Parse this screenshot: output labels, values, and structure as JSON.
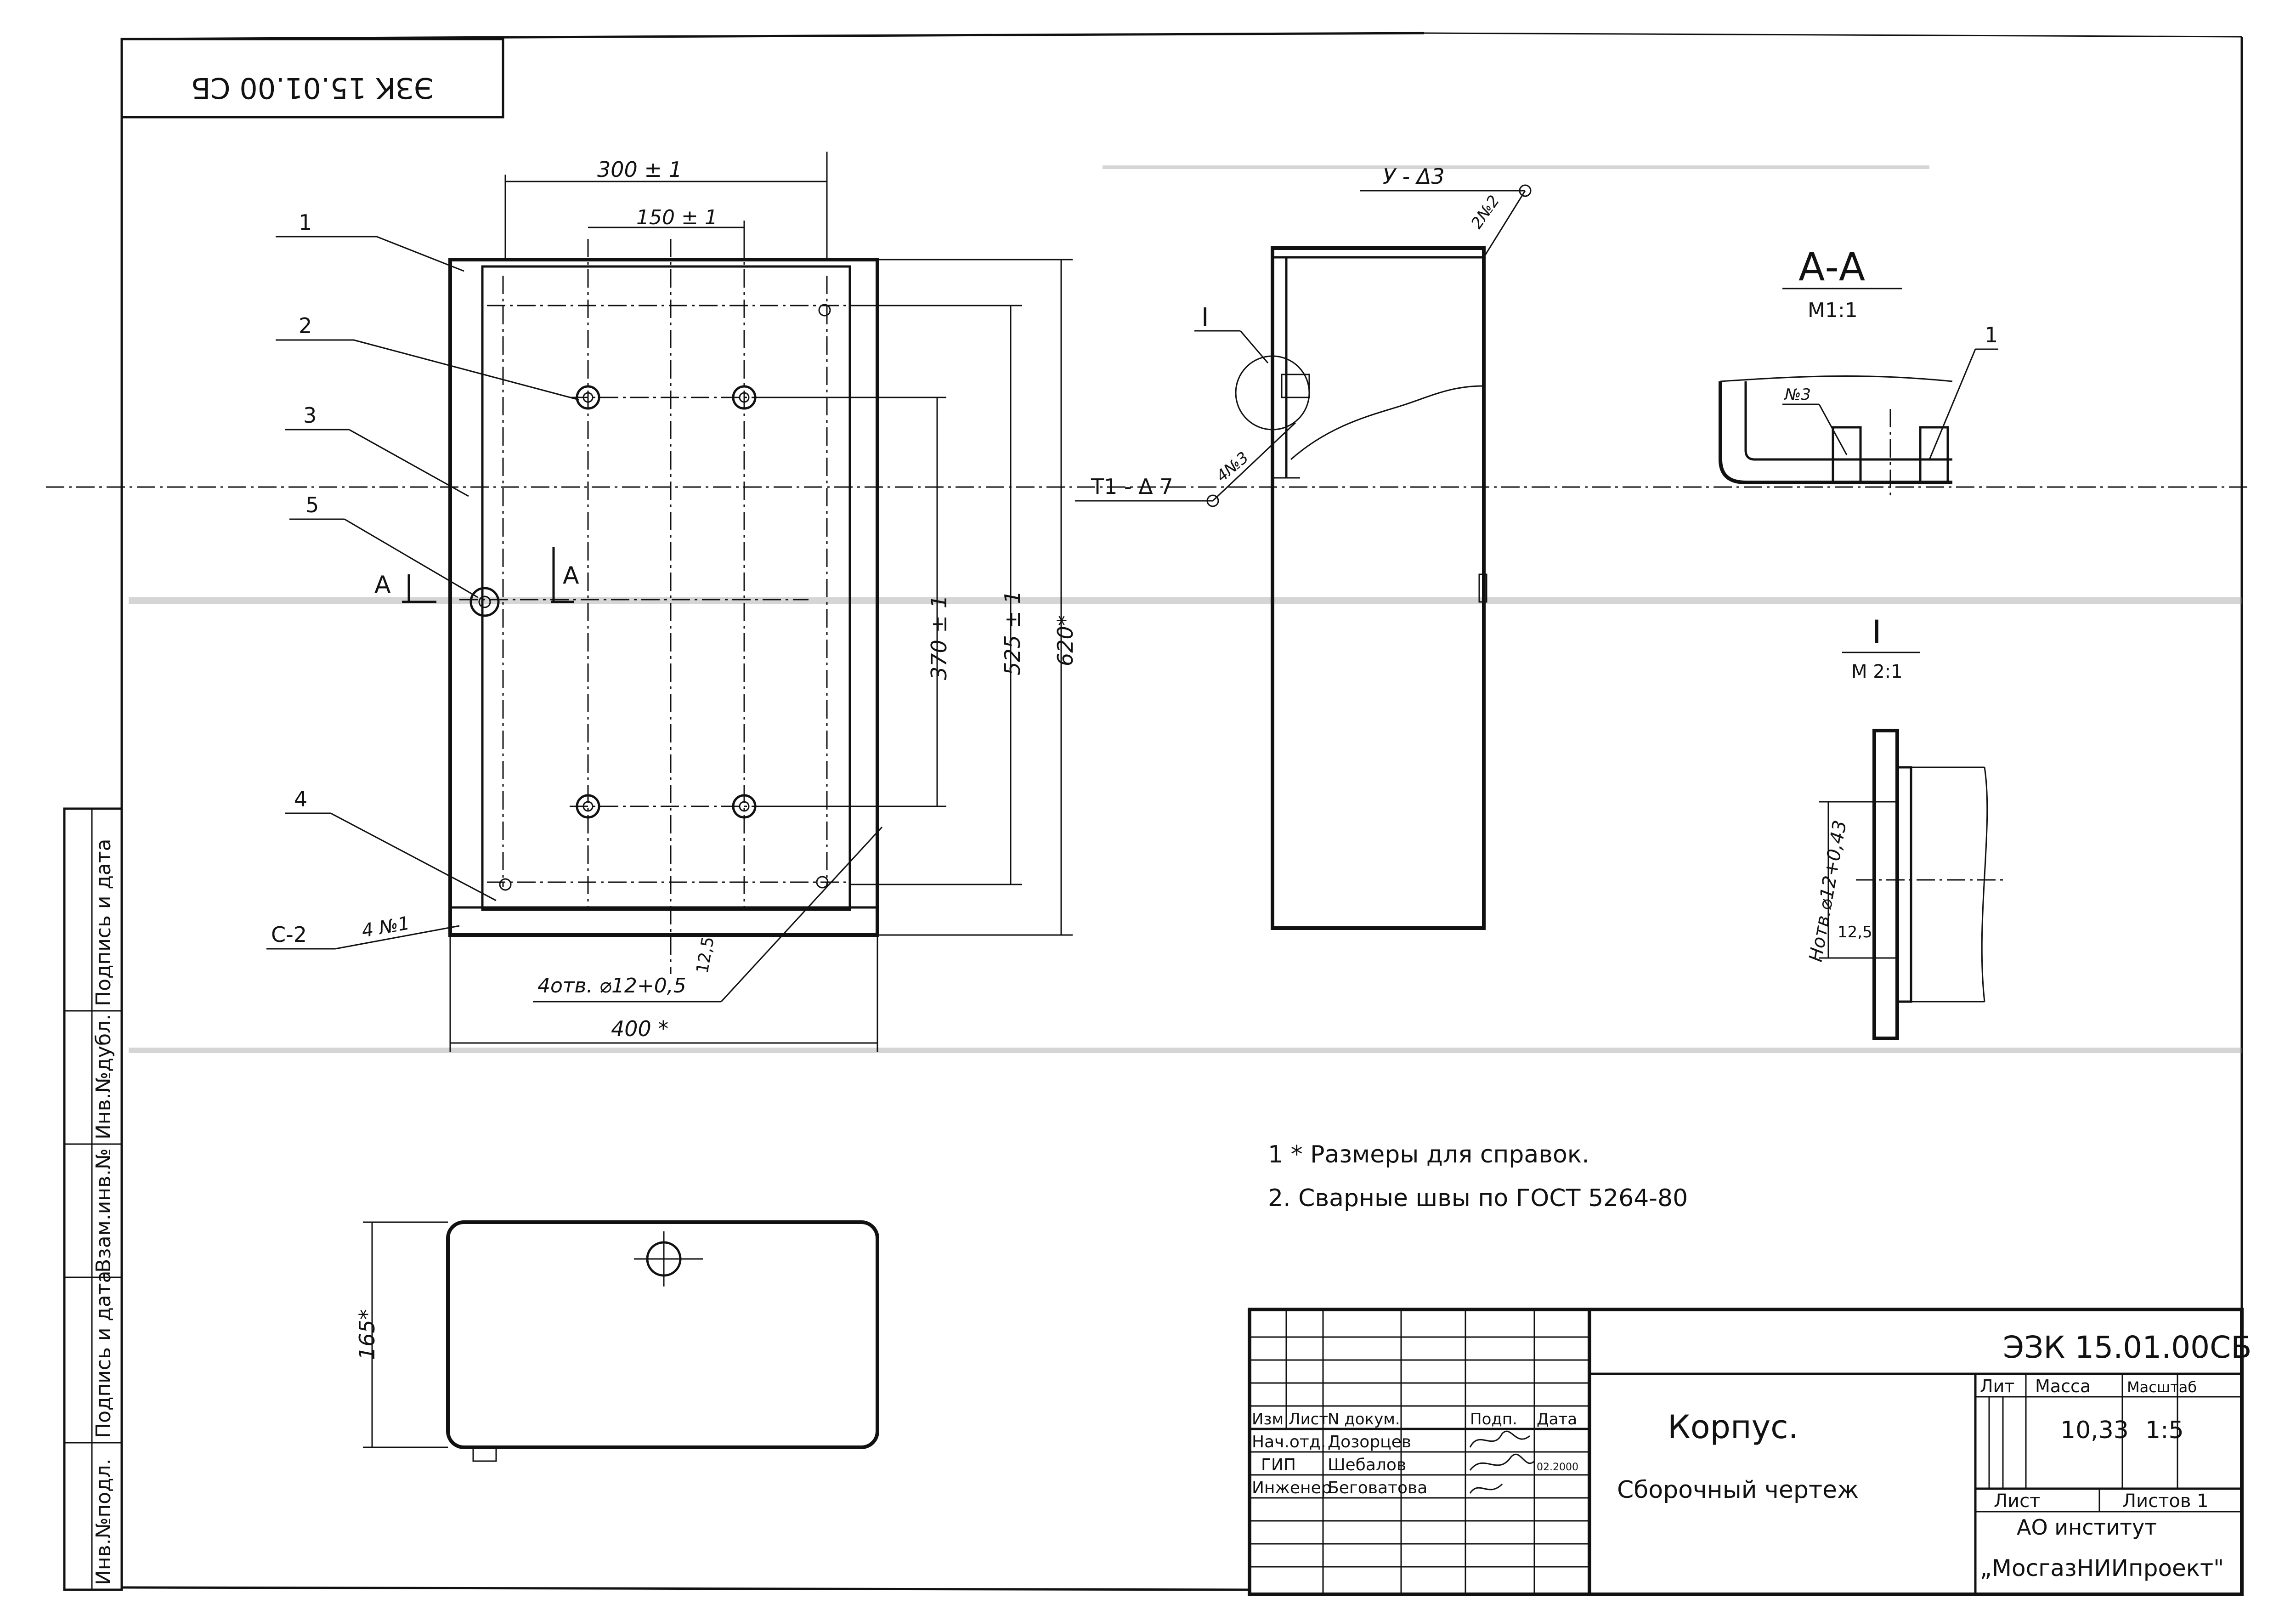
{
  "corner_code": "ЭЗК 15.01.00 СБ",
  "main_view": {
    "dims": {
      "top_width": "300 ± 1",
      "inner_top": "150 ± 1",
      "inner_height": "370 ± 1",
      "mid_height": "525 ± 1",
      "full_height": "620*",
      "bottom_width": "400 *",
      "holes": "4отв. ⌀12+0,5",
      "roughness": "12,5"
    },
    "callouts": [
      "1",
      "2",
      "3",
      "5",
      "4"
    ],
    "section_mark": "A",
    "weld_c2": "С-2",
    "weld_no1": "4 №1"
  },
  "side_view": {
    "weld_top": "У - Δ3",
    "weld_top_ref": "2№2",
    "weld_left": "Т1 - Δ 7",
    "weld_left_ref": "4№3",
    "detail_mark": "I"
  },
  "section_aa": {
    "title": "А-А",
    "scale": "М1:1",
    "callout": "1",
    "weld": "№3"
  },
  "detail_i": {
    "title": "I",
    "scale": "М 2:1",
    "note": "Нотв.⌀12+0,43",
    "roughness": "12,5"
  },
  "bottom_view": {
    "dim": "165*"
  },
  "notes": [
    "1 * Размеры для справок.",
    "2. Сварные швы по ГОСТ 5264-80"
  ],
  "left_strip": [
    "Инв.№подл.",
    "Подпись и дата",
    "Взам.инв.№",
    "Инв.№дубл.",
    "Подпись и дата"
  ],
  "title_block": {
    "doc_code": "ЭЗК 15.01.00СБ",
    "title": "Корпус.",
    "subtitle": "Сборочный чертеж",
    "lit_label": "Лит",
    "mass_label": "Масса",
    "scale_label": "Масштаб",
    "mass": "10,33",
    "scale": "1:5",
    "sheet_label": "Лист",
    "sheets_label": "Листов 1",
    "org_line1": "АО институт",
    "org_line2": "„МосгазНИИпроект\"",
    "head_row": [
      "Изм",
      "Лист",
      "N докум.",
      "Подп.",
      "Дата"
    ],
    "rows": [
      {
        "role": "Нач.отд.",
        "name": "Дозорцев",
        "date": ""
      },
      {
        "role": "ГИП",
        "name": "Шебалов",
        "date": "02.2000"
      },
      {
        "role": "Инженер",
        "name": "Беговатова",
        "date": ""
      }
    ]
  }
}
